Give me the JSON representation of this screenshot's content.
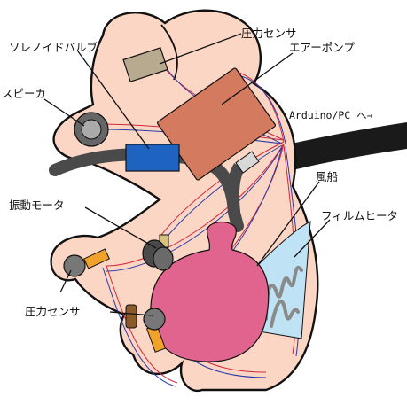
{
  "labels": {
    "pressure_sensor_top": "圧力センサ",
    "air_pump": "エアーポンプ",
    "solenoid_valve": "ソレノイドバルブ",
    "speaker": "スピーカ",
    "arduino_pc": "Arduino/PC へ→",
    "balloon": "風船",
    "vibration_motor": "振動モータ",
    "film_heater": "フィルムヒータ",
    "pressure_sensor_bottom": "圧力センサ"
  },
  "colors": {
    "body_fill": "#fcd6c5",
    "pump_fill": "#d47a5f",
    "valve_fill": "#1f63c0",
    "balloon_fill": "#e0648e",
    "heater_fill": "#bfe2f4",
    "heater_wire": "#8a8a8a",
    "tube": "#4a4a4a",
    "cable": "#1a1a1a",
    "sensor_pad_top": "#b7aa8f",
    "sensor_pad_bottom": "#f0a22a",
    "wire_red": "#d2283a",
    "wire_blue": "#2a3aa8"
  }
}
